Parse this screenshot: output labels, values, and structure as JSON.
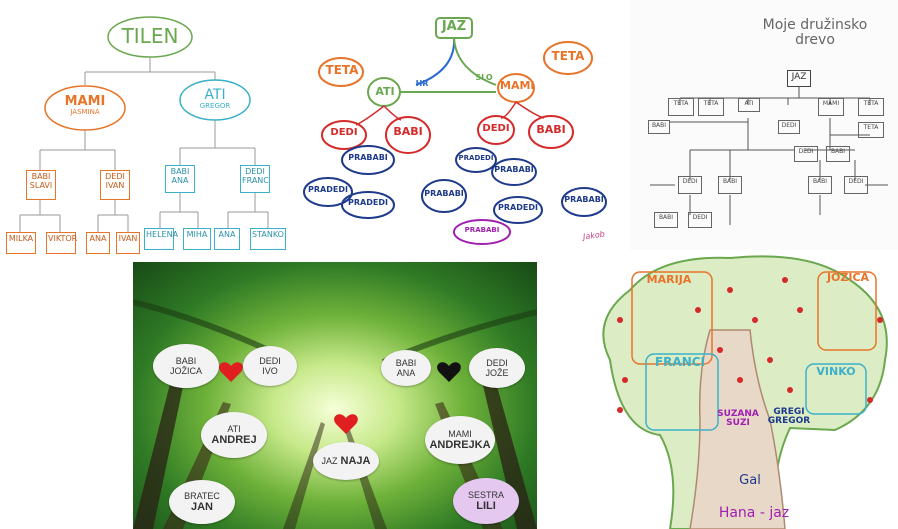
{
  "panel1": {
    "root": "TILEN",
    "left": {
      "line1": "MAMI",
      "line2": "JASMINA"
    },
    "right": {
      "line1": "ATI",
      "line2": "GREGOR"
    },
    "gp": [
      {
        "line1": "BABI",
        "line2": "SLAVI"
      },
      {
        "line1": "DEDI",
        "line2": "IVAN"
      },
      {
        "line1": "BABI",
        "line2": "ANA"
      },
      {
        "line1": "DEDI",
        "line2": "FRANC"
      }
    ],
    "ggp": [
      "MILKA",
      "VIKTOR",
      "ANA",
      "IVAN",
      "HELENA",
      "MIHA",
      "ANA",
      "STANKO"
    ]
  },
  "panel2": {
    "root": "JAZ",
    "teta_left": "TETA",
    "teta_right": "TETA",
    "ati": "ATI",
    "mami": "MAMI",
    "hr": "HR",
    "slo": "SLO",
    "dedi": "DEDI",
    "babi": "BABI",
    "pradedi": "PRADEDI",
    "prababi": "PRABABI",
    "signature": "Jakob"
  },
  "panel3": {
    "title_line1": "Moje družinsko",
    "title_line2": "drevo",
    "root": "JAZ",
    "people": [
      "TETA",
      "TETA",
      "ATI",
      "MAMI",
      "TETA",
      "TETA",
      "BABI",
      "DEDI",
      "DEDI",
      "BABI",
      "BABI",
      "DEDI",
      "BABI",
      "DEDI",
      "BABI",
      "DEDI"
    ]
  },
  "panel4": {
    "left_top": {
      "line1": "BABI",
      "line2": "JOŽICA"
    },
    "left_top2": {
      "line1": "DEDI",
      "line2": "IVO"
    },
    "right_top": {
      "line1": "BABI",
      "line2": "ANA"
    },
    "right_top2": {
      "line1": "DEDI",
      "line2": "JOŽE"
    },
    "ati": {
      "line1": "ATI",
      "line2": "ANDREJ"
    },
    "mami": {
      "line1": "MAMI",
      "line2": "ANDREJKA"
    },
    "jaz": {
      "line1": "JAZ",
      "line2": "NAJA"
    },
    "bratec": {
      "line1": "BRATEC",
      "line2": "JAN"
    },
    "sestra": {
      "line1": "SESTRA",
      "line2": "LILI"
    }
  },
  "panel5": {
    "marija": "MARIJA",
    "jozica": "JOŽICA",
    "franci": "FRANCI",
    "vinko": "VINKO",
    "suzana": "SUZANA",
    "suzi": "SUZI",
    "gregi": "GREGI",
    "gregor": "GREGOR",
    "gal": "Gal",
    "hana": "Hana - jaz"
  },
  "colors": {
    "orange": "#e8742a",
    "teal": "#3ab1c8",
    "red": "#d42a2a",
    "navy": "#1e3a8a",
    "green": "#6aa84f",
    "purple": "#a020b0",
    "trunk": "#b08a70"
  }
}
